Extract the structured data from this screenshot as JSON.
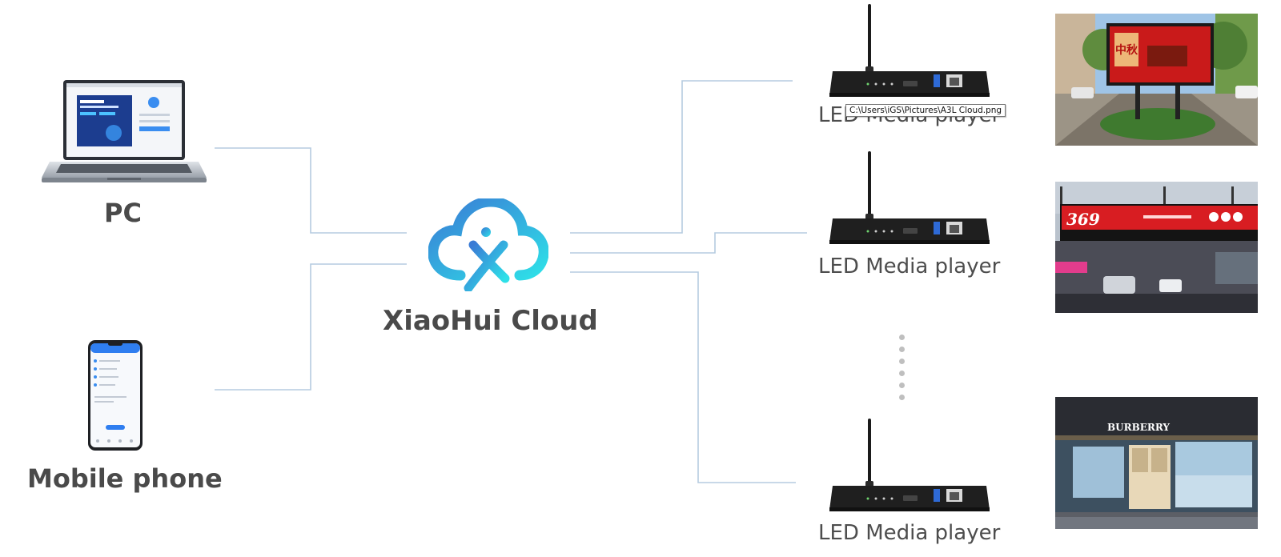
{
  "sources": {
    "pc_label": "PC",
    "mobile_label": "Mobile phone"
  },
  "cloud": {
    "label": "XiaoHui Cloud"
  },
  "players": [
    {
      "label": "LED Media player"
    },
    {
      "label": "LED Media player"
    },
    {
      "label": "LED Media player"
    }
  ],
  "tooltip": {
    "text": "C:\\Users\\iGS\\Pictures\\A3L Cloud.png"
  },
  "photos": {
    "billboard_text": "中秋",
    "banner_text": "369",
    "store_sign": "BURBERRY"
  },
  "colors": {
    "connector": "#b5cbe0",
    "label_text": "#4a4a4a",
    "cloud_gradient_start": "#3a7bd5",
    "cloud_gradient_end": "#2ee0e8"
  }
}
